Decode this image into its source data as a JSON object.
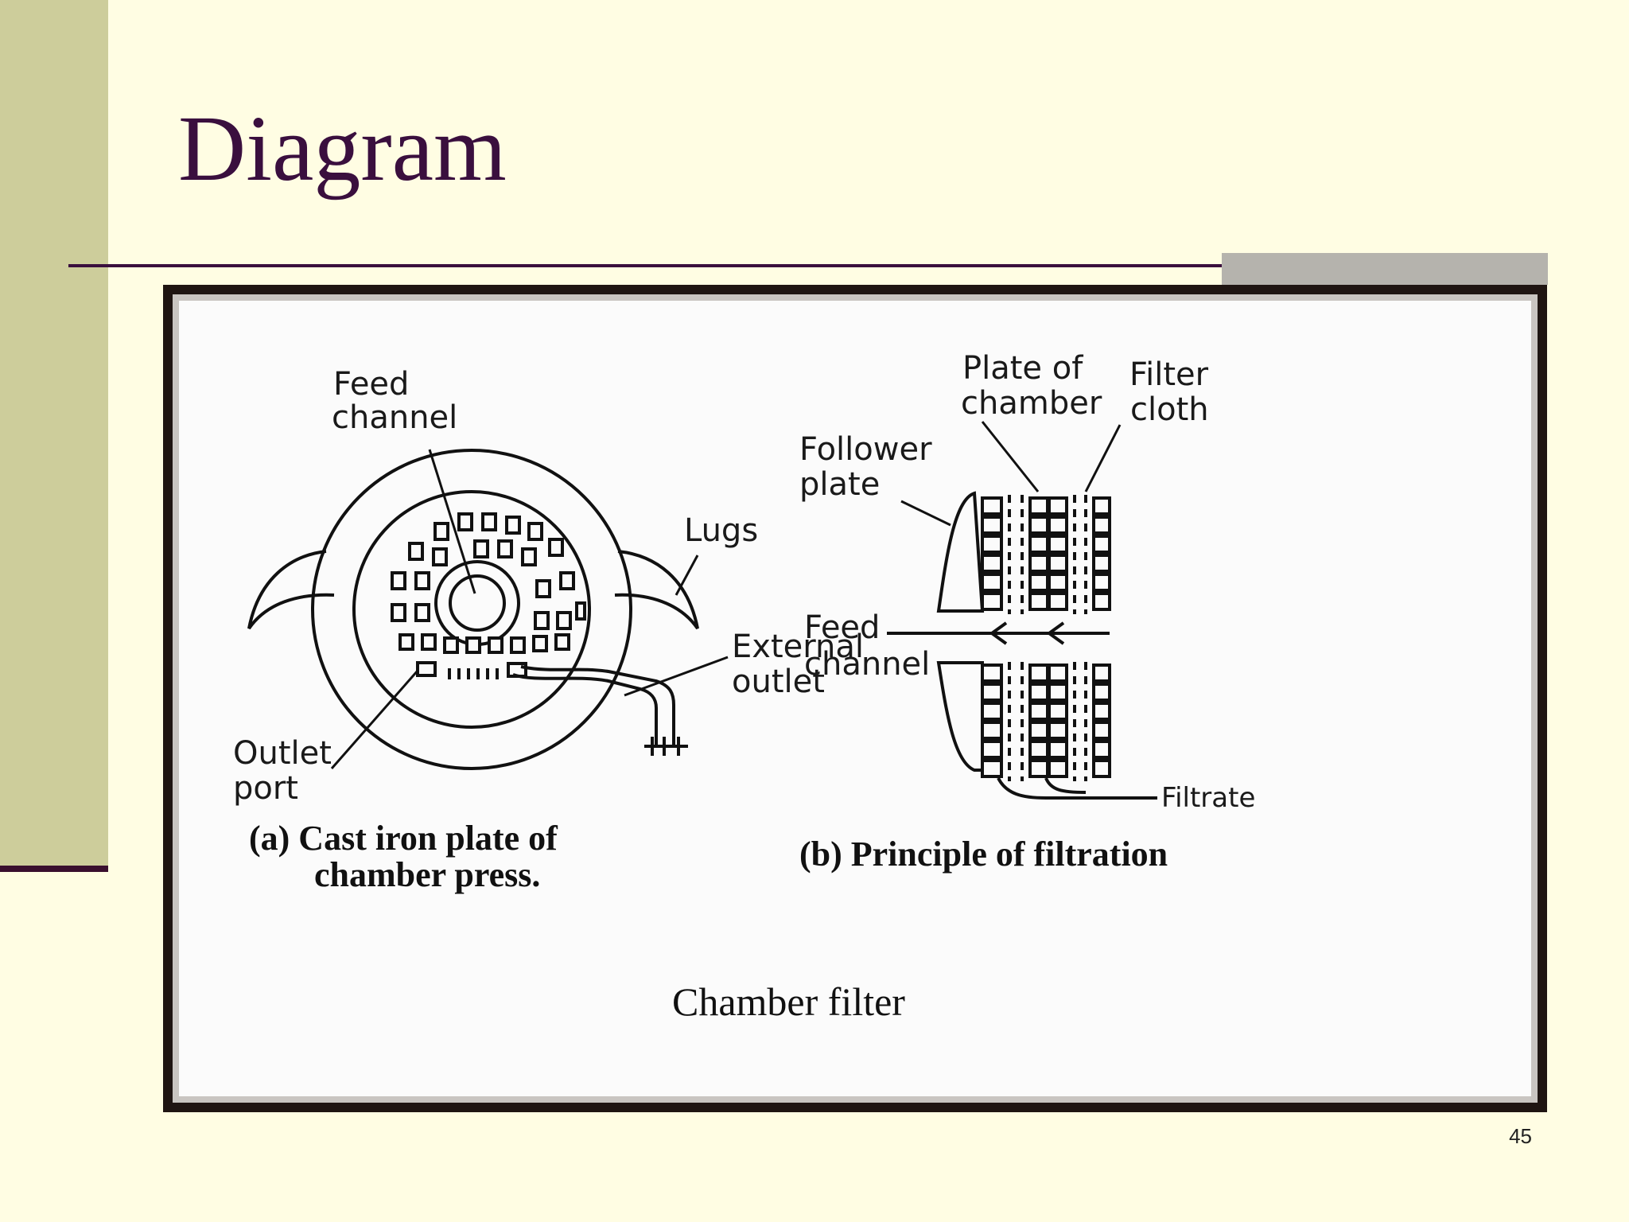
{
  "slide": {
    "title": "Diagram",
    "page_number": "45"
  },
  "figure": {
    "panel_a": {
      "labels": {
        "feed_channel": [
          "Feed",
          "channel"
        ],
        "lugs": "Lugs",
        "external_outlet": [
          "External",
          "outlet"
        ],
        "outlet_port": [
          "Outlet",
          "port"
        ]
      },
      "caption": [
        "(a) Cast iron plate of",
        "chamber press."
      ]
    },
    "panel_b": {
      "labels": {
        "plate_of_chamber": [
          "Plate of",
          "chamber"
        ],
        "filter_cloth": [
          "Filter",
          "cloth"
        ],
        "follower_plate": [
          "Follower",
          "plate"
        ],
        "feed_channel": [
          "Feed",
          "channel"
        ],
        "filtrate": "Filtrate"
      },
      "caption": "(b) Principle of filtration"
    },
    "main_caption": "Chamber filter"
  }
}
